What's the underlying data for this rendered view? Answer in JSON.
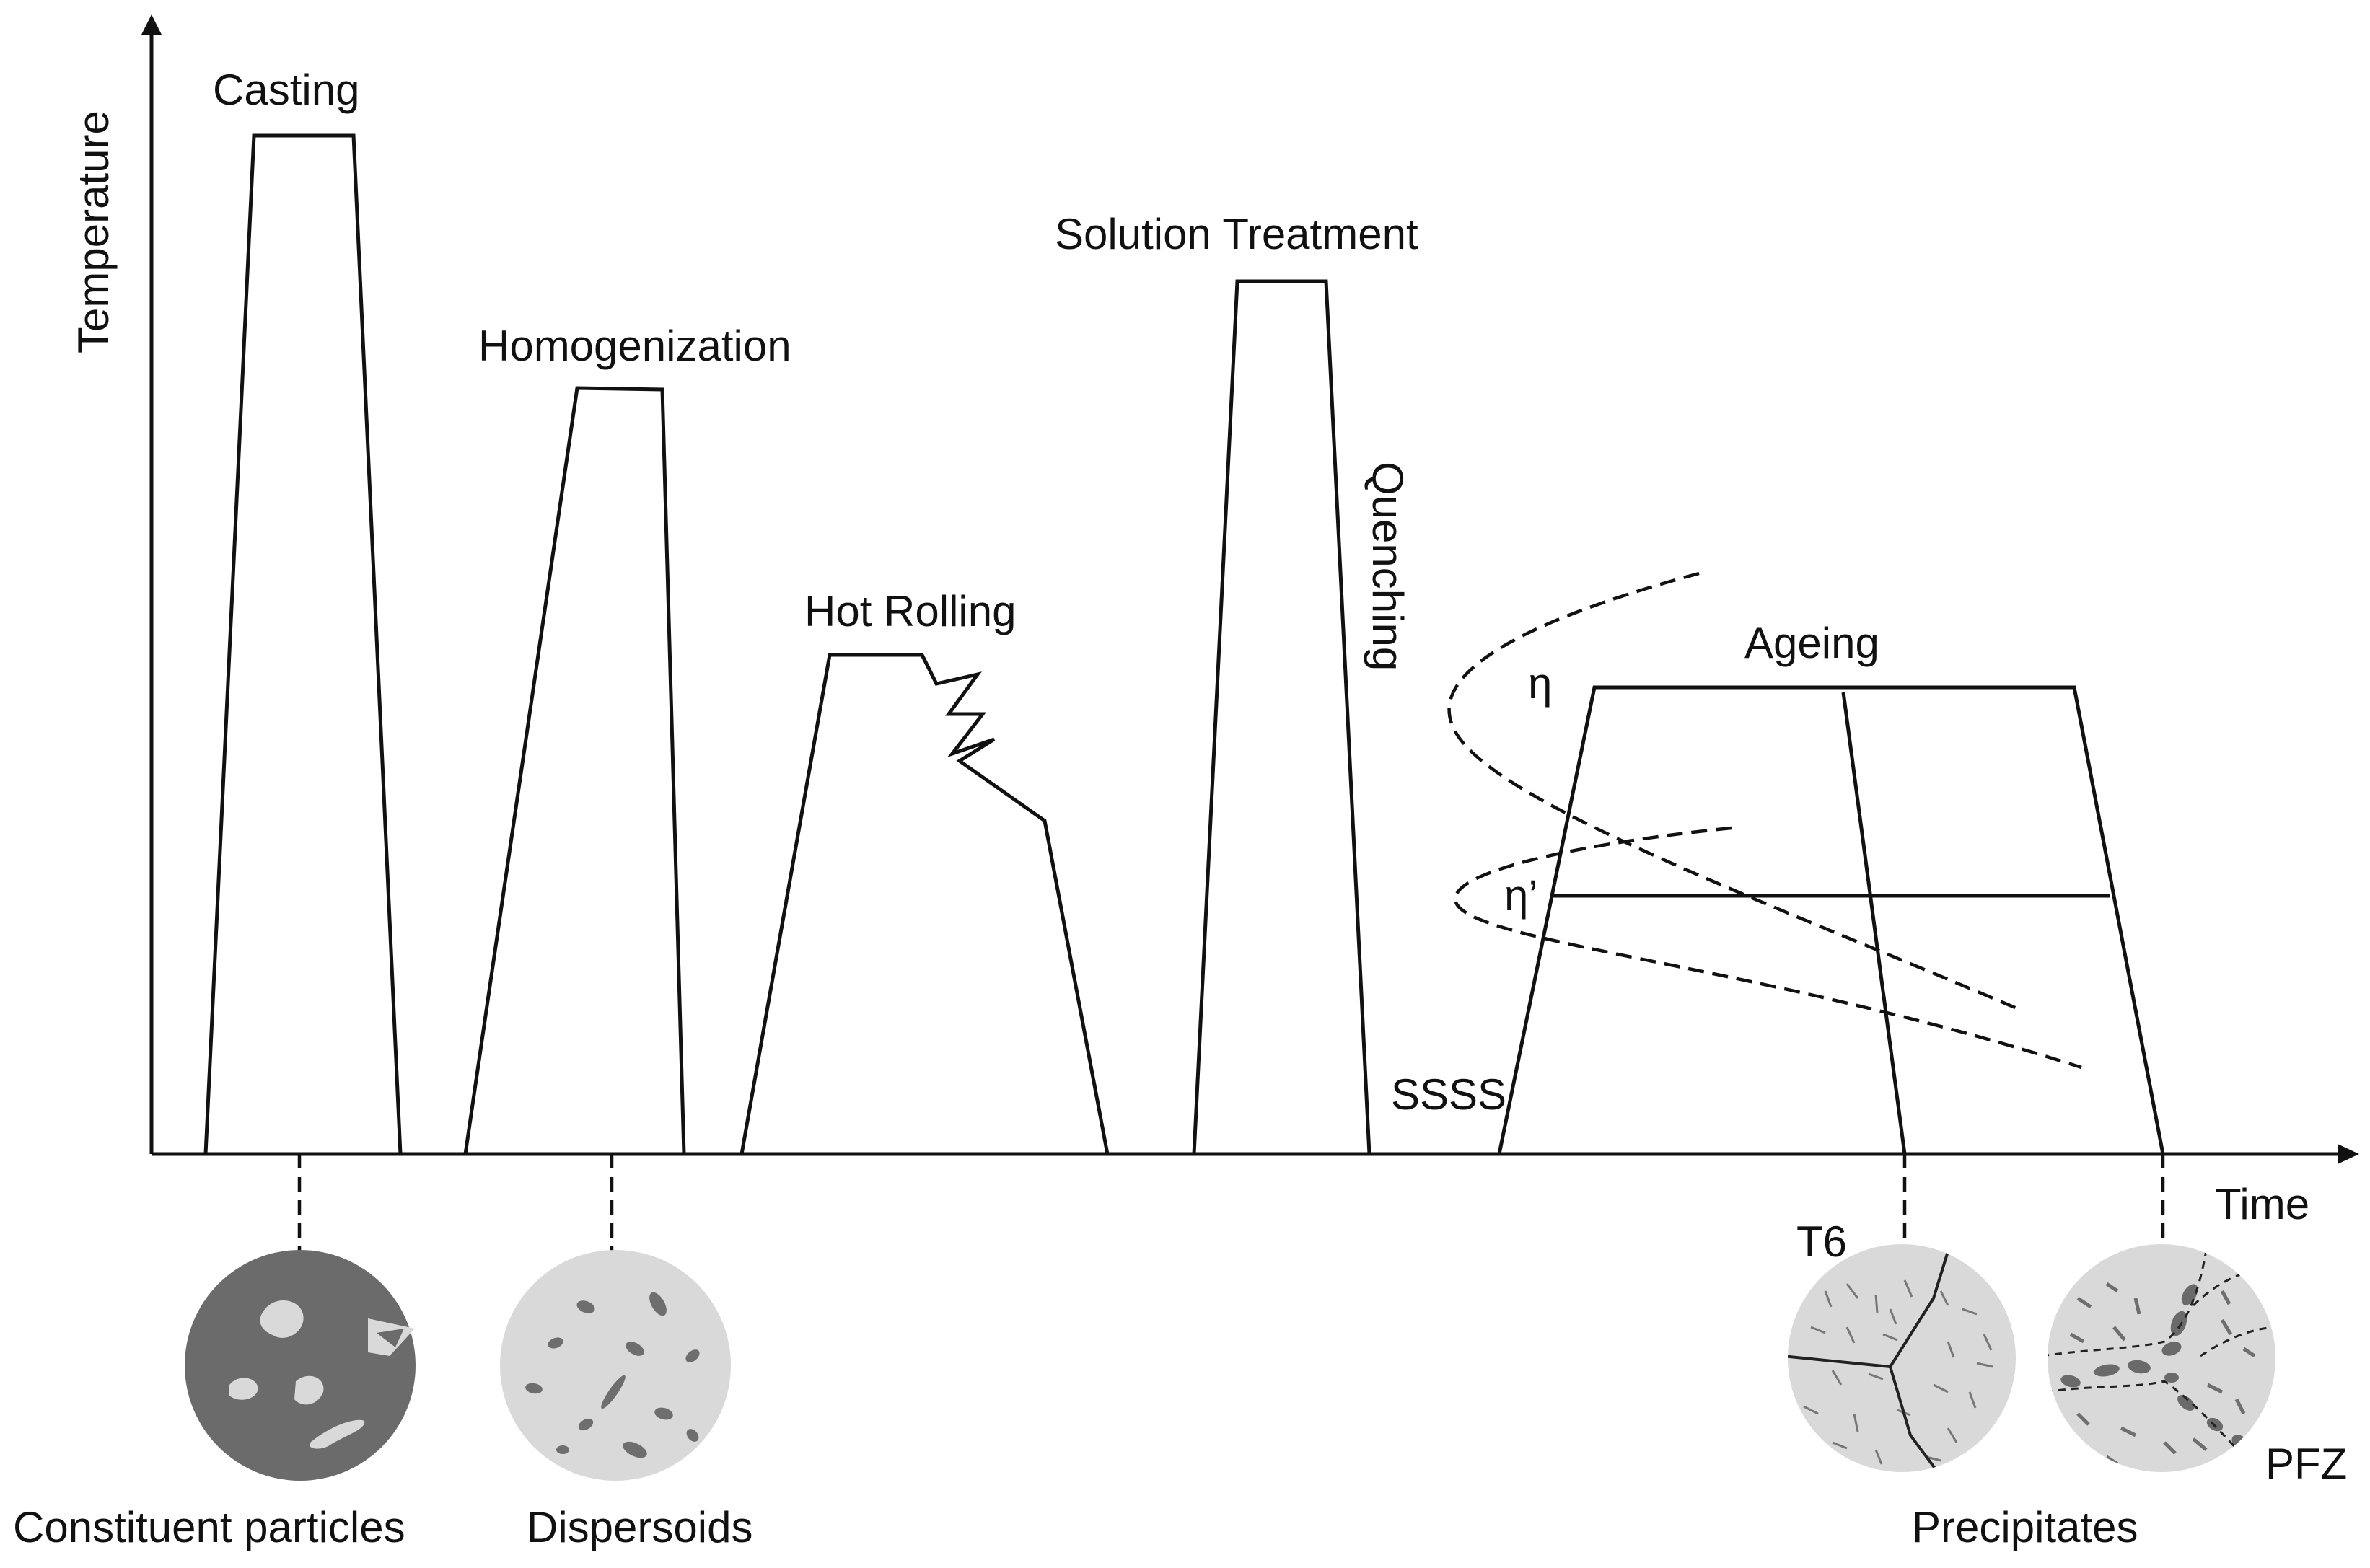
{
  "axes": {
    "y_label": "Temperature",
    "x_label": "Time"
  },
  "stages": {
    "casting": "Casting",
    "homogenization": "Homogenization",
    "hot_rolling": "Hot Rolling",
    "solution_treatment": "Solution Treatment",
    "quenching": "Quenching",
    "ageing": "Ageing"
  },
  "phases": {
    "eta": "η",
    "eta_prime": "η’",
    "ssss": "SSSS"
  },
  "markers": {
    "t6": "T6",
    "pfz": "PFZ"
  },
  "micrographs": {
    "constituent": "Constituent particles",
    "dispersoids": "Dispersoids",
    "precipitates": "Precipitates"
  },
  "colors": {
    "line": "#111111",
    "dark_disc": "#6b6b6b",
    "light_disc": "#d9d9d9",
    "particle_light": "#d9d9d9",
    "particle_dark": "#6e6e6e"
  }
}
